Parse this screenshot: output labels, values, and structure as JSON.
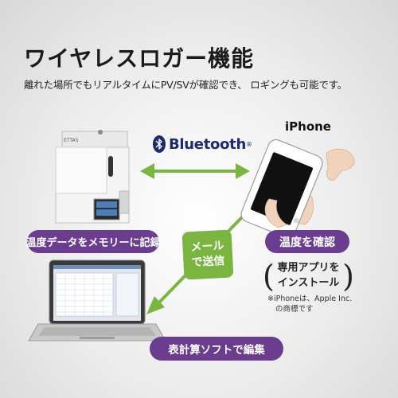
{
  "heading": {
    "title": "ワイヤレスロガー機能",
    "subtitle": "離れた場所でもリアルタイムにPV/SVが確認でき、 ロギングも可能です。"
  },
  "bluetooth": {
    "wordmark": "Bluetooth",
    "reg_mark": "®"
  },
  "phone": {
    "label": "iPhone"
  },
  "device": {
    "brand": "ETTAS"
  },
  "labels": {
    "record_memory": "温度データをメモリーに記録",
    "check_temperature": "温度を確認",
    "mail_line1": "メール",
    "mail_line2": "で送信",
    "install_line1": "専用アプリを",
    "install_line2": "インストール",
    "spreadsheet_edit": "表計算ソフトで編集"
  },
  "trademark_note": {
    "line1": "※iPhoneは、Apple Inc.",
    "line2": "の商標です"
  },
  "colors": {
    "label_purple": "#6a3d8f",
    "arrow_green": "#7ab542",
    "bluetooth_navy": "#1d2a6b"
  }
}
